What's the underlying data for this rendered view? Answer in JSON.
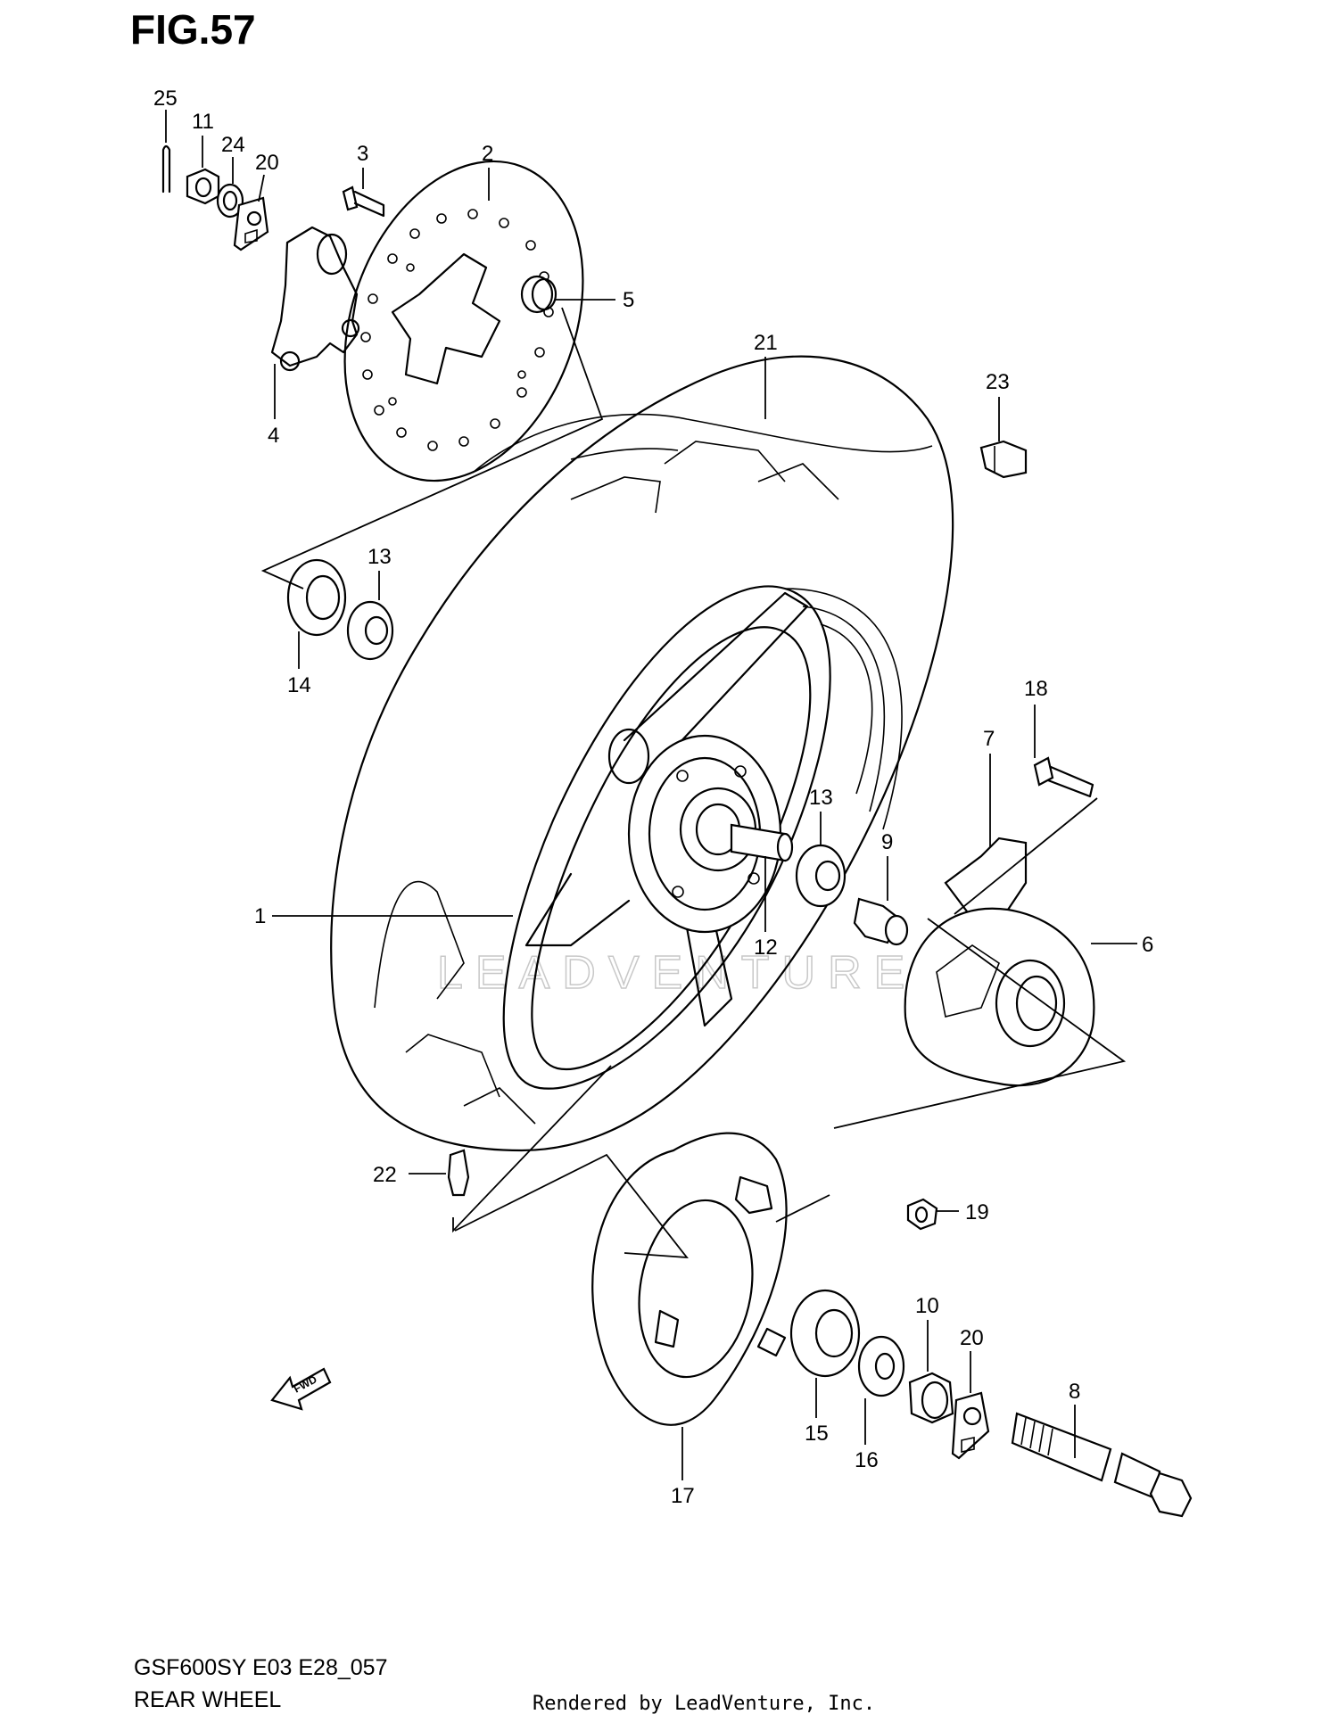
{
  "figure": {
    "title": "FIG.57",
    "model_code": "GSF600SY E03 E28_057",
    "name": "REAR WHEEL",
    "credit": "Rendered by LeadVenture, Inc.",
    "watermark": "LEADVENTURE",
    "fwd_label": "FWD"
  },
  "callouts": [
    {
      "id": "c25",
      "label": "25"
    },
    {
      "id": "c11",
      "label": "11"
    },
    {
      "id": "c24",
      "label": "24"
    },
    {
      "id": "c20a",
      "label": "20"
    },
    {
      "id": "c3",
      "label": "3"
    },
    {
      "id": "c2",
      "label": "2"
    },
    {
      "id": "c5",
      "label": "5"
    },
    {
      "id": "c4",
      "label": "4"
    },
    {
      "id": "c21",
      "label": "21"
    },
    {
      "id": "c23",
      "label": "23"
    },
    {
      "id": "c13a",
      "label": "13"
    },
    {
      "id": "c14",
      "label": "14"
    },
    {
      "id": "c18",
      "label": "18"
    },
    {
      "id": "c7",
      "label": "7"
    },
    {
      "id": "c13b",
      "label": "13"
    },
    {
      "id": "c9",
      "label": "9"
    },
    {
      "id": "c1",
      "label": "1"
    },
    {
      "id": "c12",
      "label": "12"
    },
    {
      "id": "c6",
      "label": "6"
    },
    {
      "id": "c22",
      "label": "22"
    },
    {
      "id": "c19",
      "label": "19"
    },
    {
      "id": "c10",
      "label": "10"
    },
    {
      "id": "c20b",
      "label": "20"
    },
    {
      "id": "c8",
      "label": "8"
    },
    {
      "id": "c15",
      "label": "15"
    },
    {
      "id": "c16",
      "label": "16"
    },
    {
      "id": "c17",
      "label": "17"
    }
  ]
}
